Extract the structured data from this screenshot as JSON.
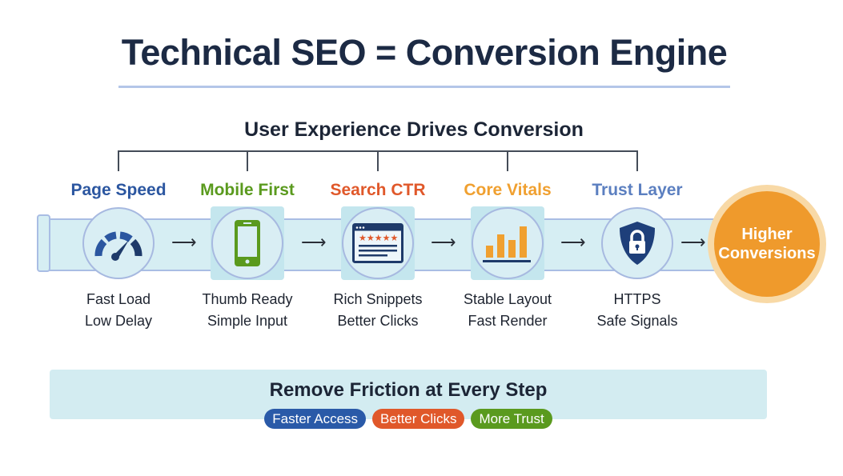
{
  "title": "Technical SEO = Conversion Engine",
  "subtitle": "User Experience Drives Conversion",
  "steps": [
    {
      "label": "Page Speed",
      "color": "#2b56a0",
      "line1": "Fast Load",
      "line2": "Low Delay",
      "icon": "speedometer-icon"
    },
    {
      "label": "Mobile First",
      "color": "#5a9a1e",
      "line1": "Thumb Ready",
      "line2": "Simple Input",
      "icon": "smartphone-icon"
    },
    {
      "label": "Search CTR",
      "color": "#e0582a",
      "line1": "Rich Snippets",
      "line2": "Better Clicks",
      "icon": "search-result-icon"
    },
    {
      "label": "Core Vitals",
      "color": "#f0a030",
      "line1": "Stable Layout",
      "line2": "Fast Render",
      "icon": "bar-chart-icon"
    },
    {
      "label": "Trust Layer",
      "color": "#5b7fc0",
      "line1": "HTTPS",
      "line2": "Safe Signals",
      "icon": "shield-lock-icon"
    }
  ],
  "goal": {
    "line1": "Higher",
    "line2": "Conversions",
    "color": "#ef9a2c"
  },
  "footer": {
    "title": "Remove Friction at Every Step",
    "pills": [
      {
        "label": "Faster Access",
        "color": "#2a5aa8"
      },
      {
        "label": "Better Clicks",
        "color": "#e0582a"
      },
      {
        "label": "More Trust",
        "color": "#5a9a1e"
      }
    ]
  }
}
